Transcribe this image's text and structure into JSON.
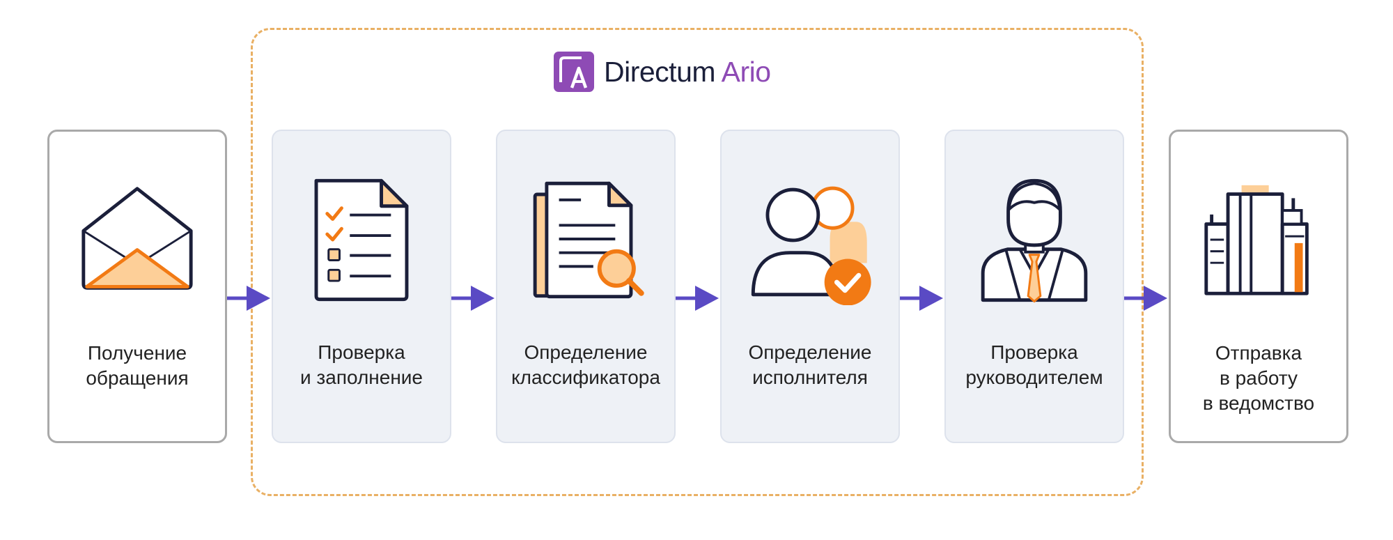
{
  "brand": {
    "name": "Directum",
    "accent": "Ario",
    "logo_letter": "A",
    "logo_color": "#8e4bb5"
  },
  "colors": {
    "navy": "#1b1f3a",
    "orange": "#f27a14",
    "peach": "#fdcf98",
    "arrow": "#5a4ac4",
    "frame": "#e9b064"
  },
  "steps": [
    {
      "id": "receive",
      "icon": "envelope-icon",
      "lines": [
        "Получение",
        "обращения"
      ]
    },
    {
      "id": "check",
      "icon": "checklist-icon",
      "lines": [
        "Проверка",
        "и заполнение"
      ]
    },
    {
      "id": "classify",
      "icon": "document-search-icon",
      "lines": [
        "Определение",
        "классификатора"
      ]
    },
    {
      "id": "assign",
      "icon": "users-check-icon",
      "lines": [
        "Определение",
        "исполнителя"
      ]
    },
    {
      "id": "review",
      "icon": "manager-icon",
      "lines": [
        "Проверка",
        "руководителем"
      ]
    },
    {
      "id": "send",
      "icon": "buildings-icon",
      "lines": [
        "Отправка",
        "в работу",
        "в ведомство"
      ]
    }
  ]
}
